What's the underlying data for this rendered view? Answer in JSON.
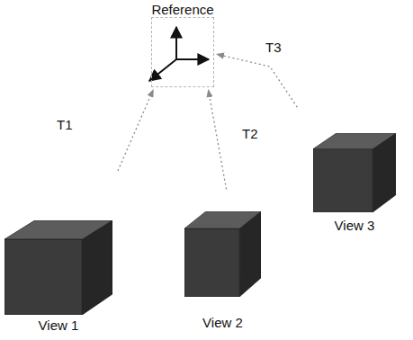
{
  "diagram": {
    "nodes": [
      {
        "text": [
          "Reference"
        ]
      },
      {
        "text": [
          "View 1"
        ]
      },
      {
        "text": [
          "View 2"
        ]
      },
      {
        "text": [
          "View 3"
        ]
      }
    ],
    "edges": [
      {
        "from": 1,
        "to": 0,
        "arrow": "to",
        "label": "T1"
      },
      {
        "from": 2,
        "to": 0,
        "arrow": "to",
        "label": "T2"
      },
      {
        "from": 3,
        "to": 0,
        "arrow": "to",
        "label": "T3"
      }
    ]
  }
}
